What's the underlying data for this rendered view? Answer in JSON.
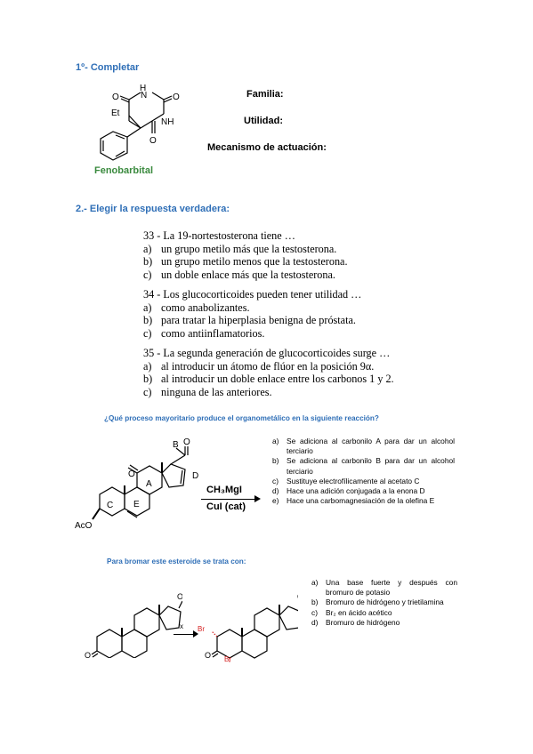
{
  "section1": {
    "title": "1º- Completar",
    "molecule": {
      "name": "Fenobarbital",
      "atoms": {
        "n1": "H",
        "n1b": "N",
        "n2": "NH",
        "o1": "O",
        "o2": "O",
        "o3": "O",
        "et": "Et"
      }
    },
    "fields": [
      {
        "label": "Familia:"
      },
      {
        "label": "Utilidad:"
      },
      {
        "label": "Mecanismo de actuación:"
      }
    ]
  },
  "section2": {
    "title": "2.- Elegir la respuesta verdadera:",
    "questions": [
      {
        "stem": "33 - La 19-nortestosterona tiene …",
        "options": [
          {
            "letter": "a)",
            "text": "un grupo metilo más que la testosterona."
          },
          {
            "letter": "b)",
            "text": "un grupo metilo menos que la testosterona."
          },
          {
            "letter": "c)",
            "text": "un doble enlace más que la testosterona."
          }
        ]
      },
      {
        "stem": "34 - Los glucocorticoides pueden tener utilidad …",
        "options": [
          {
            "letter": "a)",
            "text": "como anabolizantes."
          },
          {
            "letter": "b)",
            "text": "para tratar la hiperplasia benigna de próstata."
          },
          {
            "letter": "c)",
            "text": "como antiinflamatorios."
          }
        ]
      },
      {
        "stem": "35 - La segunda generación de glucocorticoides surge …",
        "options": [
          {
            "letter": "a)",
            "text": "al introducir un átomo de flúor en la posición 9α."
          },
          {
            "letter": "b)",
            "text": "al introducir un doble enlace entre los carbonos 1 y 2."
          },
          {
            "letter": "c)",
            "text": "ninguna de las anteriores."
          }
        ]
      }
    ]
  },
  "question3": {
    "title": "¿Qué proceso mayoritario produce el organometálico en la siguiente reacción?",
    "reagent1": "CH₃MgI",
    "reagent2": "CuI (cat)",
    "molecule_labels": {
      "a": "A",
      "b": "B",
      "c": "C",
      "d": "D",
      "e": "E",
      "o1": "O",
      "o2": "O",
      "aco": "AcO"
    },
    "options": [
      {
        "letter": "a)",
        "text": "Se adiciona al carbonilo A para dar un alcohol terciario"
      },
      {
        "letter": "b)",
        "text": "Se adiciona al carbonilo B para dar un alcohol terciario"
      },
      {
        "letter": "c)",
        "text": "Sustituye electrofílicamente al acetato C"
      },
      {
        "letter": "d)",
        "text": "Hace una adición conjugada a la enona D"
      },
      {
        "letter": "e)",
        "text": "Hace una carbomagnesiación de la olefina E"
      }
    ]
  },
  "question4": {
    "title": "Para bromar este esteroide se trata con:",
    "arrow_label": "x",
    "molecule_labels": {
      "o": "O",
      "br": "Br"
    },
    "options": [
      {
        "letter": "a)",
        "text": "Una base fuerte y después con bromuro de potasio"
      },
      {
        "letter": "b)",
        "text": "Bromuro de hidrógeno y trietilamina"
      },
      {
        "letter": "c)",
        "text": "Br₂ en ácido acético"
      },
      {
        "letter": "d)",
        "text": "Bromuro de hidrógeno"
      }
    ]
  },
  "colors": {
    "heading_blue": "#2f6fb7",
    "label_green": "#3a8a3e",
    "bromine_red": "#d42020"
  }
}
